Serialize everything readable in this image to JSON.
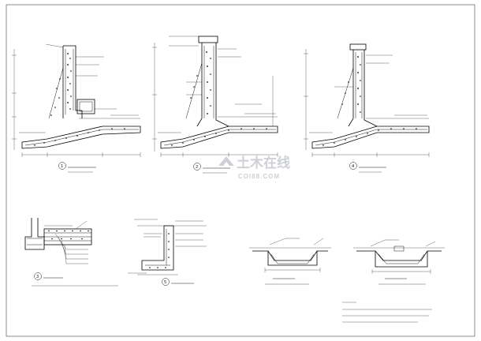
{
  "sheet": {
    "background": "#ffffff",
    "ink": "#000000"
  },
  "watermark": {
    "brand": "土木在线",
    "url": "COI88.COM",
    "color": "#c9ccd2",
    "icon": "watermark-logo-icon"
  },
  "details": [
    {
      "id": "section-1",
      "number": "1",
      "title": "",
      "sub": ""
    },
    {
      "id": "section-2",
      "number": "2",
      "title": "",
      "sub": ""
    },
    {
      "id": "section-4",
      "number": "4",
      "title": "",
      "sub": ""
    },
    {
      "id": "detail-3",
      "number": "3",
      "title": "",
      "sub": ""
    },
    {
      "id": "detail-5",
      "number": "5",
      "title": "",
      "sub": ""
    },
    {
      "id": "detail-drain-1",
      "number": "",
      "title": "",
      "sub": ""
    },
    {
      "id": "detail-drain-2",
      "number": "",
      "title": "",
      "sub": ""
    }
  ],
  "notes": {
    "heading": "",
    "lines": [
      "",
      "",
      ""
    ]
  }
}
